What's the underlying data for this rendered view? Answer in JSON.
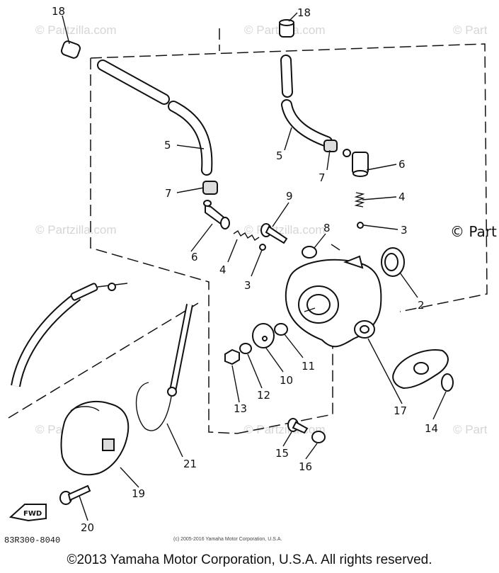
{
  "watermark": {
    "brand": "© Partzilla.com",
    "brand_cut": "© Part"
  },
  "callouts": [
    "18",
    "18",
    "5",
    "5",
    "7",
    "7",
    "6",
    "6",
    "4",
    "4",
    "3",
    "3",
    "9",
    "8",
    "2",
    "11",
    "10",
    "12",
    "13",
    "17",
    "14",
    "15",
    "16",
    "21",
    "19",
    "20"
  ],
  "fwd_label": "FWD",
  "drawing_code": "83R300-8040",
  "small_copyright": "(c) 2005-2016 Yamaha Motor Corporation, U.S.A.",
  "footer": "©2013 Yamaha Motor Corporation, U.S.A. All rights reserved."
}
